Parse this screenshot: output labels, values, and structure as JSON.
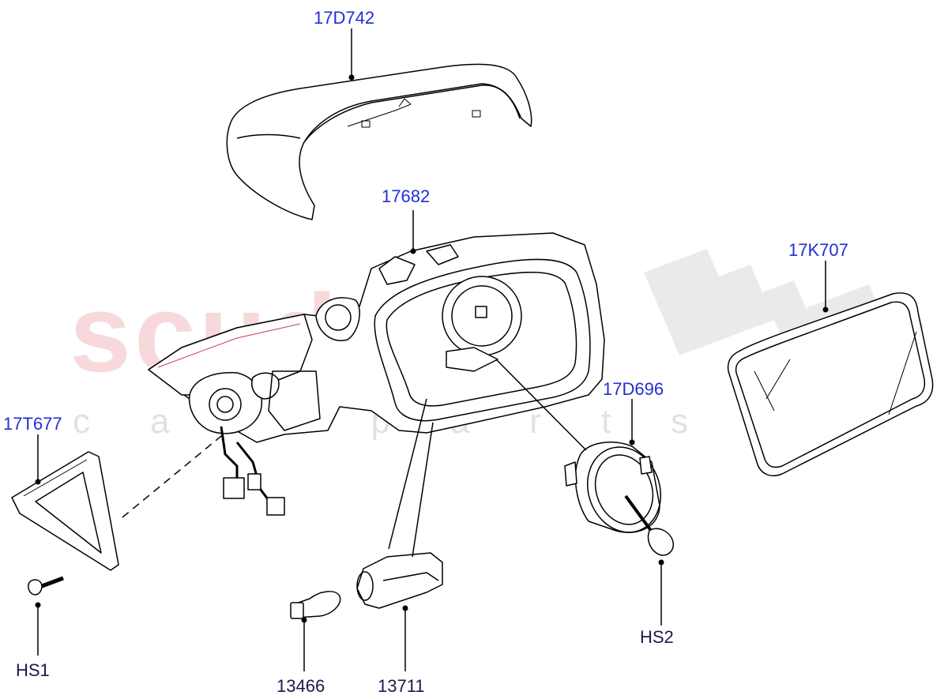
{
  "watermark": {
    "main_text": "scuderia",
    "sub_text": "car parts"
  },
  "callouts": {
    "p17D742": "17D742",
    "p17682": "17682",
    "p17K707": "17K707",
    "p17D696": "17D696",
    "p17T677": "17T677",
    "pHS1": "HS1",
    "pHS2": "HS2",
    "p13466": "13466",
    "p13711": "13711"
  },
  "colors": {
    "callout_blue": "#1f2fd6",
    "callout_dark": "#1a1a4a",
    "line_art": "#000000",
    "watermark_red": "#e27882",
    "watermark_grey": "#d9d9d9"
  }
}
